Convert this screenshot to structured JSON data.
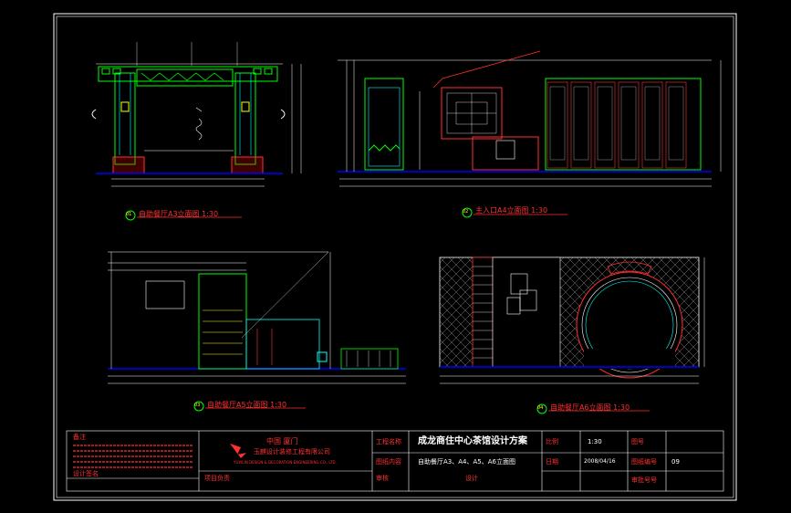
{
  "views": [
    {
      "title": "自助餐厅A3立面图 1:30",
      "number": "01"
    },
    {
      "title": "主入口A4立面图 1:30",
      "number": "02"
    },
    {
      "title": "自助餐厅A5立面图 1:30",
      "number": "03"
    },
    {
      "title": "自助餐厅A6立面图 1:30",
      "number": "04"
    }
  ],
  "title_block": {
    "notes_heading": "备注",
    "design_label": "设计签名",
    "company_line1": "中国    厦门",
    "company_line2": "玉麒设计装修工程有限公司",
    "company_en": "YUXILIN DESIGN & DECORATION ENGINEERING CO., LTD.",
    "project_label": "工程名称",
    "project_name": "成龙商住中心茶馆设计方案",
    "drawing_label": "图纸内容",
    "drawing_name": "自助餐厅A3、A4、A5、A6立面图",
    "scale_label": "比例",
    "scale_value": "1:30",
    "date_label": "日期",
    "date_value": "2008/04/16",
    "sheet_no_label": "图号",
    "page_label": "图纸编号",
    "page_value": "09",
    "approve_label": "审批号号",
    "person_label": "项目负责",
    "check_label": "审核",
    "design2_label": "设计"
  }
}
